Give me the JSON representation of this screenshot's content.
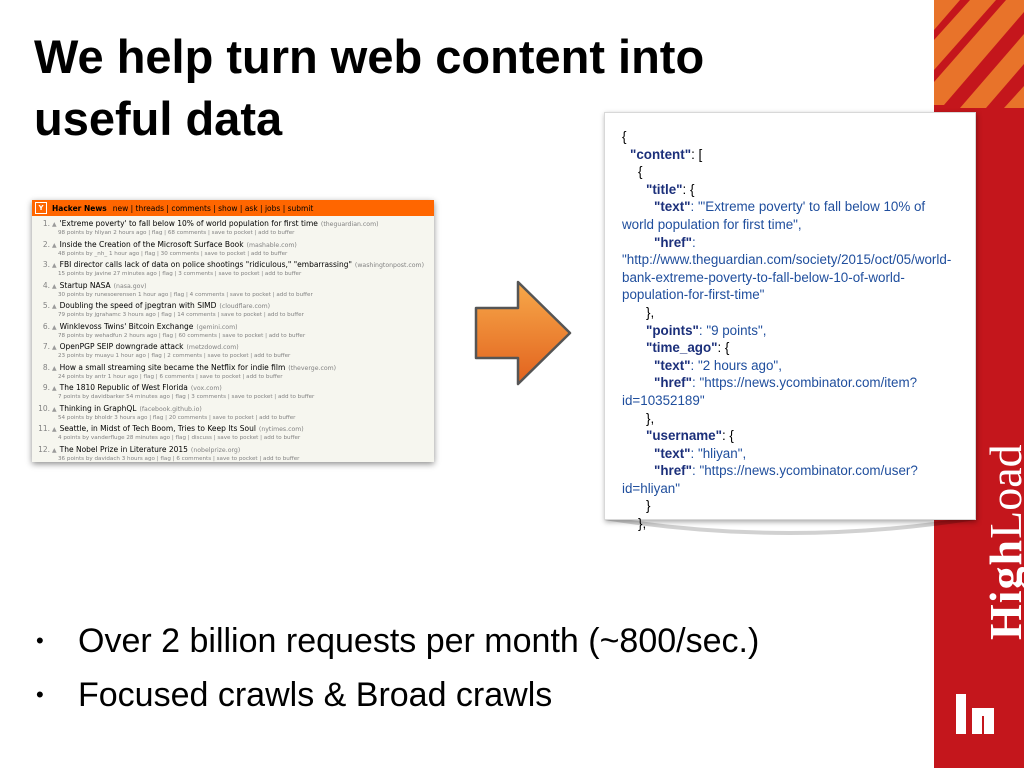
{
  "slide": {
    "title_line1": "We help turn web content into",
    "title_line2": "useful data",
    "bullets": [
      "Over 2 billion requests per month (~800/sec.)",
      "Focused crawls & Broad crawls"
    ],
    "bullet_glyph": "•"
  },
  "brand": {
    "word_bold": "High",
    "word_light": "Load",
    "colors": {
      "strip": "#c4161c",
      "stripe": "#e8732a"
    }
  },
  "hn": {
    "logo": "Y",
    "site": "Hacker News",
    "nav": "new | threads | comments | show | ask | jobs | submit",
    "items": [
      {
        "rank": "1.",
        "title": "'Extreme poverty' to fall below 10% of world population for first time",
        "domain": "(theguardian.com)",
        "sub": "98 points by hliyan 2 hours ago | flag | 68 comments | save to pocket | add to buffer"
      },
      {
        "rank": "2.",
        "title": "Inside the Creation of the Microsoft Surface Book",
        "domain": "(mashable.com)",
        "sub": "48 points by _nh_ 1 hour ago | flag | 30 comments | save to pocket | add to buffer"
      },
      {
        "rank": "3.",
        "title": "FBI director calls lack of data on police shootings \"ridiculous,\" \"embarrassing\"",
        "domain": "(washingtonpost.com)",
        "sub": "15 points by javine 27 minutes ago | flag | 3 comments | save to pocket | add to buffer"
      },
      {
        "rank": "4.",
        "title": "Startup NASA",
        "domain": "(nasa.gov)",
        "sub": "30 points by runesoerensen 1 hour ago | flag | 4 comments | save to pocket | add to buffer"
      },
      {
        "rank": "5.",
        "title": "Doubling the speed of jpegtran with SIMD",
        "domain": "(cloudflare.com)",
        "sub": "79 points by jgrahamc 3 hours ago | flag | 14 comments | save to pocket | add to buffer"
      },
      {
        "rank": "6.",
        "title": "Winklevoss Twins' Bitcoin Exchange",
        "domain": "(gemini.com)",
        "sub": "78 points by wehadfun 2 hours ago | flag | 60 comments | save to pocket | add to buffer"
      },
      {
        "rank": "7.",
        "title": "OpenPGP SEIP downgrade attack",
        "domain": "(metzdowd.com)",
        "sub": "23 points by muayu 1 hour ago | flag | 2 comments | save to pocket | add to buffer"
      },
      {
        "rank": "8.",
        "title": "How a small streaming site became the Netflix for indie film",
        "domain": "(theverge.com)",
        "sub": "24 points by antr 1 hour ago | flag | 6 comments | save to pocket | add to buffer"
      },
      {
        "rank": "9.",
        "title": "The 1810 Republic of West Florida",
        "domain": "(vox.com)",
        "sub": "7 points by davidbarker 54 minutes ago | flag | 3 comments | save to pocket | add to buffer"
      },
      {
        "rank": "10.",
        "title": "Thinking in GraphQL",
        "domain": "(facebook.github.io)",
        "sub": "54 points by bholdr 3 hours ago | flag | 20 comments | save to pocket | add to buffer"
      },
      {
        "rank": "11.",
        "title": "Seattle, in Midst of Tech Boom, Tries to Keep Its Soul",
        "domain": "(nytimes.com)",
        "sub": "4 points by vanderfluge 28 minutes ago | flag | discuss | save to pocket | add to buffer"
      },
      {
        "rank": "12.",
        "title": "The Nobel Prize in Literature 2015",
        "domain": "(nobelprize.org)",
        "sub": "36 points by davidach 3 hours ago | flag | 6 comments | save to pocket | add to buffer"
      }
    ]
  },
  "json_panel": {
    "open_brace": "{",
    "k_content": "\"content\"",
    "open_bracket": ": [",
    "obj_open": "{",
    "k_title": "\"title\"",
    "colon_brace": ": {",
    "k_text": "\"text\"",
    "v_title_text": ": \"'Extreme poverty' to fall below 10% of world population for first time\",",
    "k_href": "\"href\"",
    "v_title_href": ": \"http://www.theguardian.com/society/2015/oct/05/world-bank-extreme-poverty-to-fall-below-10-of-world-population-for-first-time\"",
    "close_obj": "},",
    "k_points": "\"points\"",
    "v_points": ": \"9 points\",",
    "k_time_ago": "\"time_ago\"",
    "v_time_text": ": \"2 hours ago\",",
    "v_time_href": ": \"https://news.ycombinator.com/item?id=10352189\"",
    "k_username": "\"username\"",
    "v_user_text": ": \"hliyan\",",
    "v_user_href": ": \"https://news.ycombinator.com/user?id=hliyan\"",
    "close_brace": "}",
    "close_last": "},"
  }
}
